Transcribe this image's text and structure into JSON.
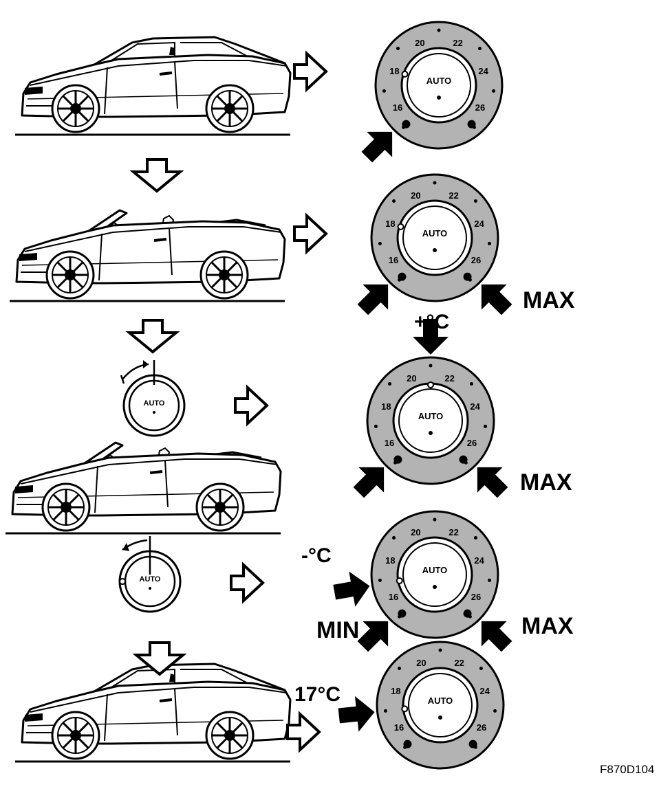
{
  "dial": {
    "center_label": "AUTO",
    "scale": [
      "16",
      "18",
      "20",
      "22",
      "24",
      "26"
    ]
  },
  "labels": {
    "max": "MAX",
    "min": "MIN",
    "plus_c": "+°C",
    "minus_c": "-°C",
    "temp_17": "17°C"
  },
  "figure_code": "F870D104"
}
